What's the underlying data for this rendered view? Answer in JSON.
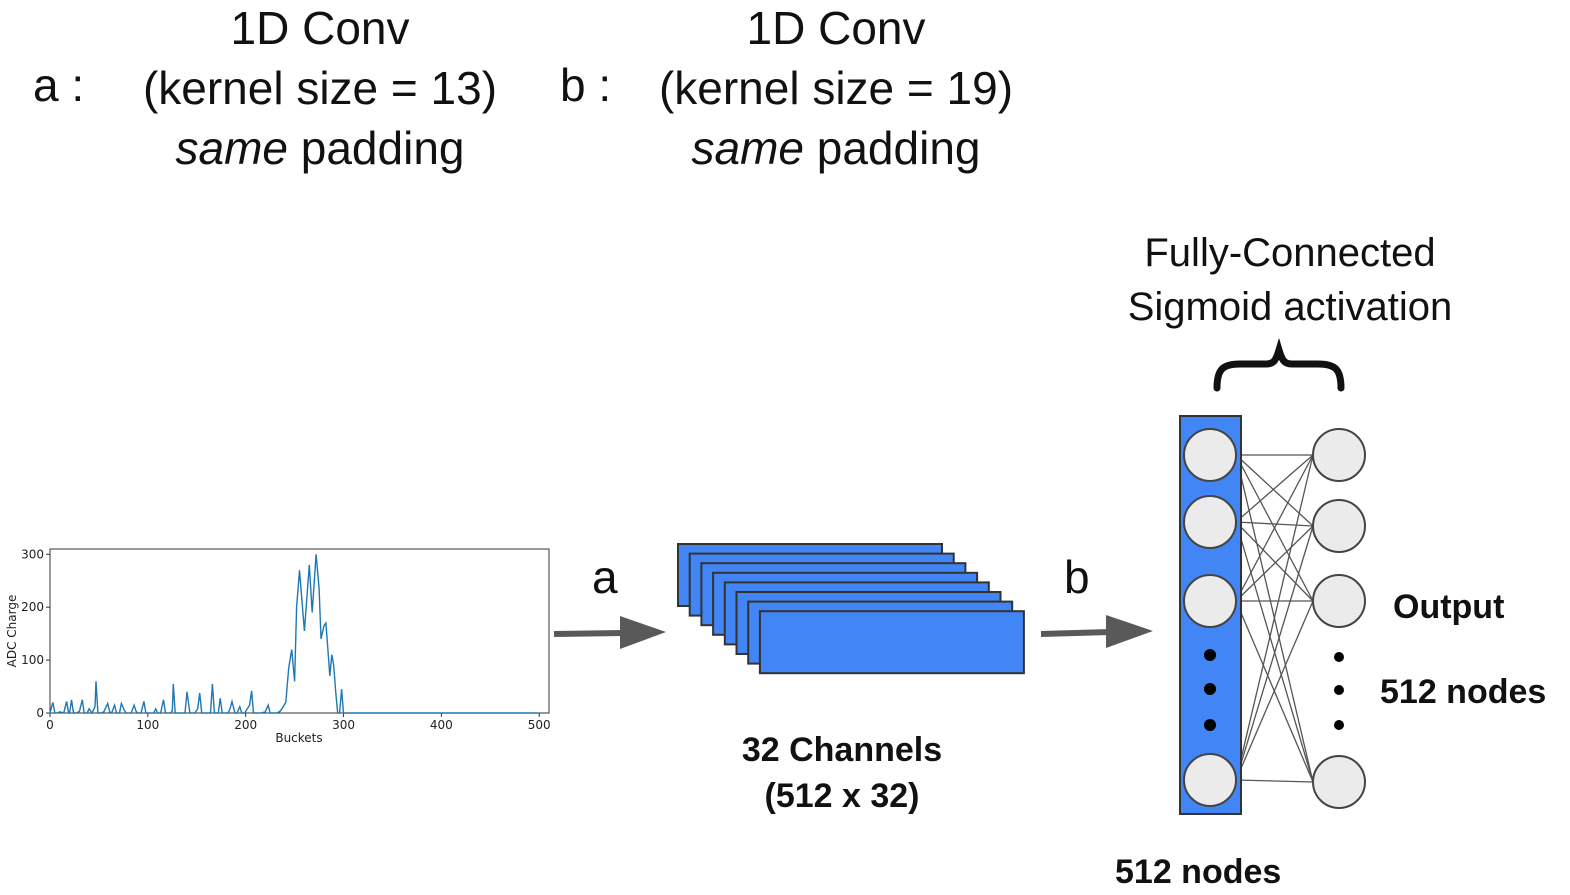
{
  "conv_a": {
    "key": "a :",
    "title": "1D Conv",
    "kernel": "(kernel size = 13)",
    "padding_em": "same",
    "padding_rest": " padding"
  },
  "conv_b": {
    "key": "b :",
    "title": "1D Conv",
    "kernel": "(kernel size = 19)",
    "padding_em": "same",
    "padding_rest": " padding"
  },
  "fc": {
    "line1": "Fully-Connected",
    "line2": "Sigmoid activation"
  },
  "arrows": {
    "a": "a",
    "b": "b"
  },
  "channels": {
    "line1": "32 Channels",
    "line2": "(512 x 32)"
  },
  "output": {
    "label": "Output",
    "nodes": "512 nodes"
  },
  "input_layer_nodes": "512 nodes",
  "colors": {
    "blue": "#4285f4",
    "node": "#ebebeb",
    "line": "#1f77b4"
  },
  "chart_data": {
    "type": "line",
    "xlabel": "Buckets",
    "ylabel": "ADC Charge",
    "xlim": [
      0,
      510
    ],
    "ylim": [
      0,
      310
    ],
    "xticks": [
      0,
      100,
      200,
      300,
      400,
      500
    ],
    "yticks": [
      0,
      100,
      200,
      300
    ],
    "x": [
      0,
      3,
      5,
      7,
      10,
      14,
      17,
      19,
      20,
      22,
      24,
      25,
      27,
      30,
      33,
      35,
      36,
      38,
      40,
      43,
      46,
      47,
      49,
      52,
      55,
      59,
      61,
      63,
      66,
      68,
      71,
      73,
      76,
      78,
      80,
      83,
      86,
      88,
      90,
      93,
      96,
      98,
      100,
      103,
      106,
      108,
      110,
      113,
      116,
      118,
      120,
      123,
      125,
      126,
      128,
      131,
      135,
      138,
      140,
      143,
      146,
      148,
      151,
      153,
      155,
      158,
      161,
      164,
      166,
      168,
      172,
      174,
      176,
      180,
      182,
      184,
      186,
      189,
      191,
      194,
      196,
      199,
      204,
      206,
      208,
      211,
      213,
      215,
      220,
      223,
      225,
      228,
      232,
      235,
      237,
      241,
      244,
      247,
      250,
      252,
      255,
      260,
      265,
      268,
      272,
      275,
      277,
      280,
      282,
      284,
      286,
      288,
      290,
      292,
      294,
      296,
      298,
      300,
      302,
      304,
      306,
      308,
      310,
      312,
      314,
      316,
      318,
      320,
      322,
      324,
      326,
      328,
      330,
      332,
      334,
      336,
      338,
      340,
      343,
      346,
      348,
      350,
      355,
      360,
      368,
      370,
      372,
      376,
      380,
      385,
      390,
      394,
      396,
      398,
      402,
      410,
      420,
      428,
      430,
      432,
      435,
      438,
      441,
      443,
      445,
      448,
      452,
      455,
      458,
      460,
      462,
      466,
      470,
      475,
      480,
      484,
      486,
      488,
      492,
      498,
      502,
      507,
      510
    ],
    "values": [
      0,
      20,
      0,
      0,
      2,
      0,
      22,
      0,
      0,
      25,
      0,
      0,
      0,
      3,
      25,
      0,
      0,
      0,
      8,
      0,
      12,
      60,
      0,
      0,
      2,
      18,
      2,
      0,
      15,
      0,
      0,
      18,
      5,
      0,
      0,
      0,
      15,
      3,
      0,
      0,
      22,
      0,
      0,
      0,
      0,
      8,
      0,
      0,
      25,
      0,
      0,
      0,
      4,
      55,
      0,
      0,
      0,
      0,
      40,
      0,
      0,
      0,
      8,
      38,
      0,
      0,
      0,
      0,
      55,
      0,
      0,
      28,
      0,
      0,
      0,
      8,
      22,
      0,
      0,
      12,
      0,
      0,
      15,
      42,
      0,
      0,
      0,
      0,
      2,
      15,
      0,
      0,
      0,
      3,
      8,
      20,
      85,
      120,
      60,
      200,
      270,
      155,
      280,
      190,
      300,
      235,
      140,
      165,
      170,
      120,
      70,
      110,
      90,
      40,
      0,
      0,
      45,
      0,
      0,
      0,
      0,
      0,
      0,
      0,
      0,
      0,
      0,
      0,
      0,
      0,
      0,
      0,
      0,
      0,
      0,
      0,
      0,
      0,
      0,
      0,
      0,
      0,
      0,
      0,
      0,
      0,
      0,
      0,
      0,
      0,
      0,
      0,
      0,
      0,
      0,
      0,
      0,
      0,
      0,
      0,
      0,
      0,
      0,
      0,
      0,
      0,
      0,
      0,
      0,
      0,
      0,
      0,
      0,
      0,
      0,
      0,
      0,
      0,
      0,
      0
    ]
  }
}
